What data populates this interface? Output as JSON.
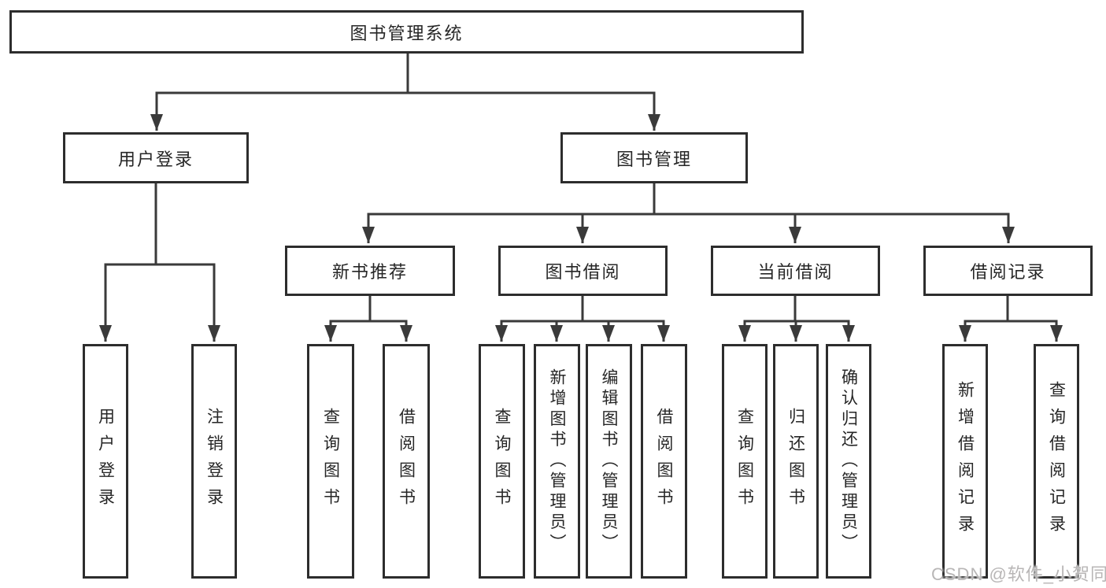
{
  "colors": {
    "background": "#ffffff",
    "line": "#3a3a3a",
    "box_border": "#2d2d2d",
    "text": "#262626",
    "watermark": "#b8b6b6"
  },
  "nodes": {
    "root": {
      "label": "图书管理系统"
    },
    "user_login_branch": {
      "label": "用户登录"
    },
    "book_mgmt_branch": {
      "label": "图书管理"
    },
    "new_book_rec": {
      "label": "新书推荐"
    },
    "book_borrow": {
      "label": "图书借阅"
    },
    "current_borrow": {
      "label": "当前借阅"
    },
    "borrow_records": {
      "label": "借阅记录"
    },
    "leaf_user_login": {
      "label": "用户登录"
    },
    "leaf_logout": {
      "label": "注销登录"
    },
    "leaf_nb_query": {
      "label": "查询图书"
    },
    "leaf_nb_borrow": {
      "label": "借阅图书"
    },
    "leaf_bb_query": {
      "label": "查询图书"
    },
    "leaf_bb_add": {
      "label": "新增图书（管理员）"
    },
    "leaf_bb_edit": {
      "label": "编辑图书（管理员）"
    },
    "leaf_bb_borrow": {
      "label": "借阅图书"
    },
    "leaf_cb_query": {
      "label": "查询图书"
    },
    "leaf_cb_return": {
      "label": "归还图书"
    },
    "leaf_cb_confirm": {
      "label": "确认归还（管理员）"
    },
    "leaf_br_add": {
      "label": "新增借阅记录"
    },
    "leaf_br_query": {
      "label": "查询借阅记录"
    }
  },
  "edges": [
    [
      "root",
      "user_login_branch"
    ],
    [
      "root",
      "book_mgmt_branch"
    ],
    [
      "user_login_branch",
      "leaf_user_login"
    ],
    [
      "user_login_branch",
      "leaf_logout"
    ],
    [
      "book_mgmt_branch",
      "new_book_rec"
    ],
    [
      "book_mgmt_branch",
      "book_borrow"
    ],
    [
      "book_mgmt_branch",
      "current_borrow"
    ],
    [
      "book_mgmt_branch",
      "borrow_records"
    ],
    [
      "new_book_rec",
      "leaf_nb_query"
    ],
    [
      "new_book_rec",
      "leaf_nb_borrow"
    ],
    [
      "book_borrow",
      "leaf_bb_query"
    ],
    [
      "book_borrow",
      "leaf_bb_add"
    ],
    [
      "book_borrow",
      "leaf_bb_edit"
    ],
    [
      "book_borrow",
      "leaf_bb_borrow"
    ],
    [
      "current_borrow",
      "leaf_cb_query"
    ],
    [
      "current_borrow",
      "leaf_cb_return"
    ],
    [
      "current_borrow",
      "leaf_cb_confirm"
    ],
    [
      "borrow_records",
      "leaf_br_add"
    ],
    [
      "borrow_records",
      "leaf_br_query"
    ]
  ],
  "watermark": {
    "text": "CSDN @软件_小贺同学"
  }
}
